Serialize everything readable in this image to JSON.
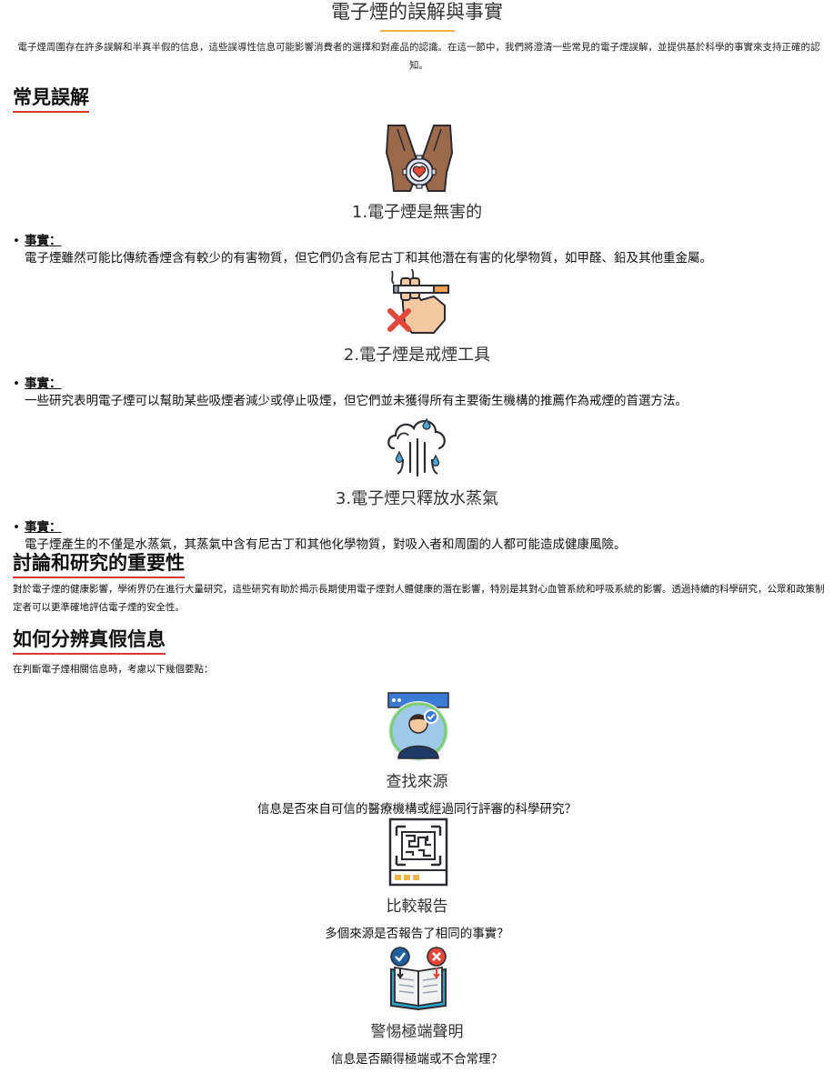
{
  "page": {
    "title": "電子煙的誤解與事實",
    "intro": "電子煙周圍存在許多誤解和半真半假的信息，這些誤導性信息可能影響消費者的選擇和對產品的認識。在這一節中，我們將澄清一些常見的電子煙誤解，並提供基於科學的事實來支持正確的認知。"
  },
  "myths_section": {
    "heading": "常見誤解",
    "items": [
      {
        "title": "1.電子煙是無害的",
        "fact_label": "事實：",
        "fact": "電子煙雖然可能比傳統香煙含有較少的有害物質，但它們仍含有尼古丁和其他潛在有害的化學物質，如甲醛、鉛及其他重金屬。",
        "icon": "hands-heart-gear-icon"
      },
      {
        "title": "2.電子煙是戒煙工具",
        "fact_label": "事實：",
        "fact": "一些研究表明電子煙可以幫助某些吸煙者減少或停止吸煙，但它們並未獲得所有主要衛生機構的推薦作為戒煙的首選方法。",
        "icon": "no-cigarette-hand-icon"
      },
      {
        "title": "3.電子煙只釋放水蒸氣",
        "fact_label": "事實：",
        "fact": "電子煙產生的不僅是水蒸氣，其蒸氣中含有尼古丁和其他化學物質，對吸入者和周圍的人都可能造成健康風險。",
        "icon": "vapor-cloud-icon"
      }
    ]
  },
  "research_section": {
    "heading": "討論和研究的重要性",
    "text": "對於電子煙的健康影響，學術界仍在進行大量研究，這些研究有助於揭示長期使用電子煙對人體健康的潛在影響，特別是其對心血管系統和呼吸系統的影響。透過持續的科學研究，公眾和政策制定者可以更準確地評估電子煙的安全性。"
  },
  "verify_section": {
    "heading": "如何分辨真假信息",
    "intro": "在判斷電子煙相關信息時，考慮以下幾個要點：",
    "tips": [
      {
        "title": "查找來源",
        "desc": "信息是否來自可信的醫療機構或經過同行評審的科學研究？",
        "icon": "verified-profile-icon"
      },
      {
        "title": "比較報告",
        "desc": "多個來源是否報告了相同的事實？",
        "icon": "qr-code-report-icon"
      },
      {
        "title": "警惕極端聲明",
        "desc": "信息是否顯得極端或不合常理？",
        "icon": "book-check-cross-icon"
      }
    ]
  },
  "colors": {
    "accent_underline": "#d9383a",
    "title_rule": "#f0b24a",
    "icon_stroke": "#2d2a32"
  }
}
